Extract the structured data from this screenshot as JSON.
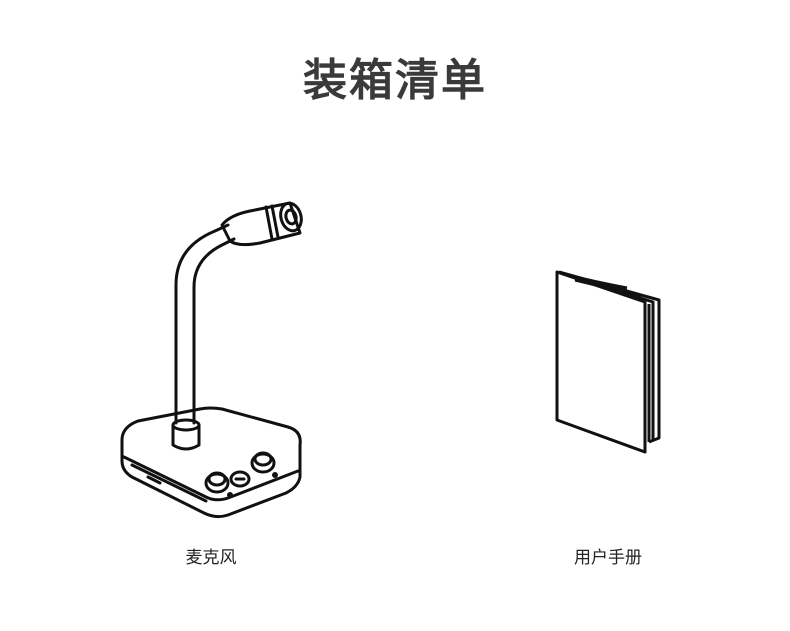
{
  "header": {
    "title": "装箱清单"
  },
  "items": [
    {
      "label": "麦克风",
      "icon": "microphone-icon"
    },
    {
      "label": "用户手册",
      "icon": "manual-icon"
    }
  ],
  "colors": {
    "title": "#3a3a3a",
    "line": "#111111",
    "background": "#ffffff"
  }
}
